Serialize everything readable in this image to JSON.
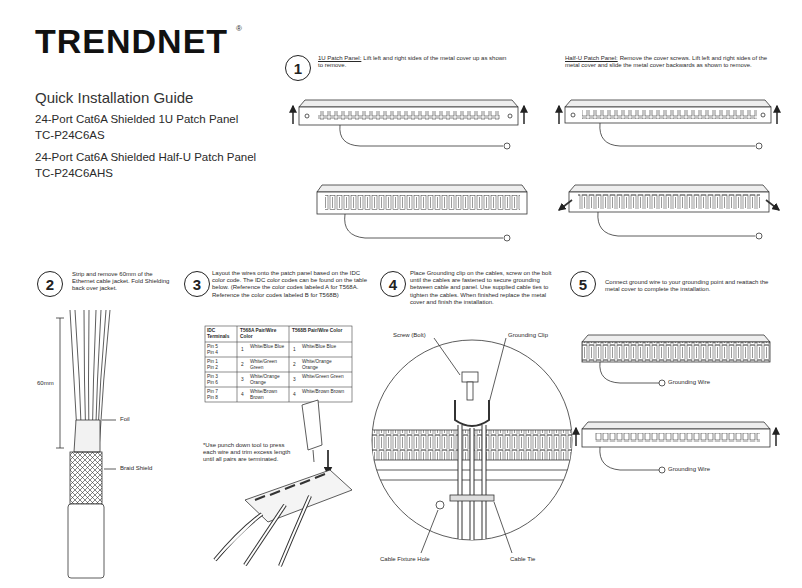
{
  "diagram": {
    "title": "Quick Installation Guide",
    "nodes": [
      {
        "text": [
          "1"
        ]
      },
      {
        "text": [
          "2"
        ]
      },
      {
        "text": [
          "3"
        ]
      },
      {
        "text": [
          "4"
        ]
      },
      {
        "text": [
          "5"
        ]
      }
    ],
    "labels": [
      "TRENDNET",
      "®",
      "24-Port Cat6A Shielded 1U Patch Panel",
      "TC-P24C6AS",
      "24-Port Cat6A Shielded Half-U Patch Panel",
      "TC-P24C6AHS",
      "1U Patch Panel:",
      "Lift left and right sides of the metal cover up as shown to remove.",
      "Half-U Patch Panel:",
      "Remove the cover screws. Lift left and right sides of the metal cover and slide the metal cover backwards as shown to remove.",
      "Strip and remove 60mm of the Ethernet cable jacket. Fold Shielding back over jacket.",
      "60mm",
      "Foil",
      "Braid Shield",
      "Layout the wires onto the patch panel based on the IDC color code. The IDC color codes can be found on the table below. (Reference the color codes labeled A for T568A. Reference the color codes labeled B for T568B)",
      "IDC Terminals",
      "T568A Pair/Wire Color",
      "T568B Pair/Wire Color",
      "Pin 5 Pin 4",
      "1",
      "White/Blue Blue",
      "1",
      "White/Blue Blue",
      "Pin 1 Pin 2",
      "2",
      "White/Green Green",
      "2",
      "White/Orange Orange",
      "Pin 3 Pin 6",
      "3",
      "White/Orange Orange",
      "3",
      "White/Green Green",
      "Pin 7 Pin 8",
      "4",
      "White/Brown Brown",
      "4",
      "White/Brown Brown",
      "*Use punch down tool to press each wire and trim excess length until all pairs are terminated.",
      "Place Grounding clip on the cables, screw on the bolt until the cables are fastened to secure grounding between cable and panel. Use supplied cable ties to tighten the cables. When finished replace the metal cover and finish the installation.",
      "Screw (Bolt)",
      "Grounding Clip",
      "Cable Fixture Hole",
      "Cable Tie",
      "Connect ground wire to your grounding point and reattach the metal cover to complete the installation.",
      "Grounding Wire",
      "Grounding Wire"
    ]
  }
}
